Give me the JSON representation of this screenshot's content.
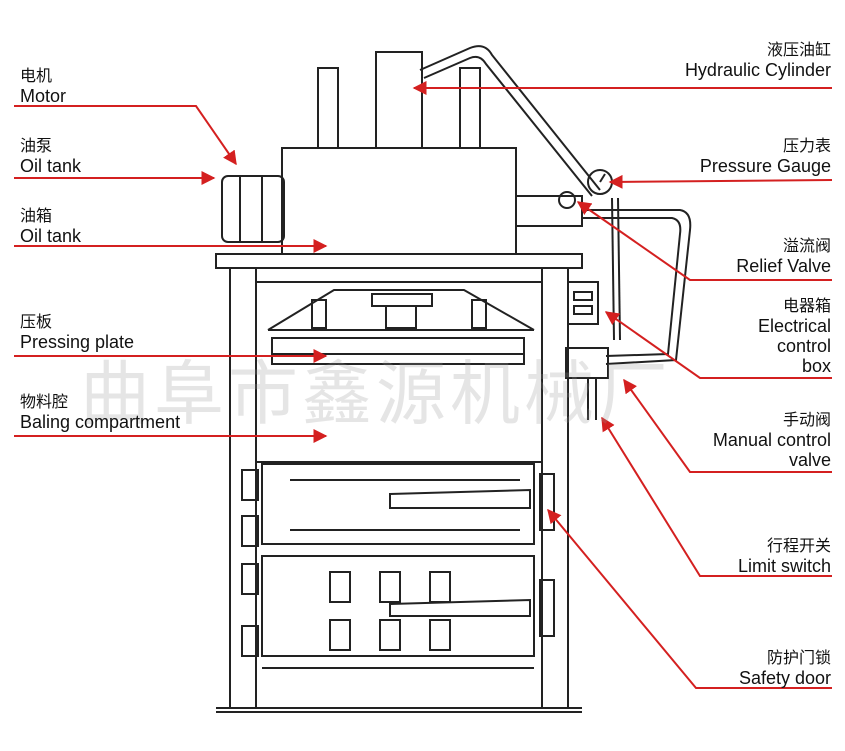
{
  "labels": {
    "motor": {
      "cn": "电机",
      "en": "Motor"
    },
    "oil_pump": {
      "cn": "油泵",
      "en": "Oil tank"
    },
    "oil_tank": {
      "cn": "油箱",
      "en": "Oil tank"
    },
    "pressing_plate": {
      "cn": "压板",
      "en": "Pressing plate"
    },
    "baling_compartment": {
      "cn": "物料腔",
      "en": "Baling compartment"
    },
    "hydraulic_cylinder": {
      "cn": "液压油缸",
      "en": "Hydraulic Cylinder"
    },
    "pressure_gauge": {
      "cn": "压力表",
      "en": "Pressure Gauge"
    },
    "relief_valve": {
      "cn": "溢流阀",
      "en": "Relief Valve"
    },
    "electrical_control_box": {
      "cn": "电器箱",
      "en_lines": [
        "Electrical",
        "control",
        "box"
      ]
    },
    "manual_control_valve": {
      "cn": "手动阀",
      "en_lines": [
        "Manual control",
        "valve"
      ]
    },
    "limit_switch": {
      "cn": "行程开关",
      "en": "Limit switch"
    },
    "safety_door": {
      "cn": "防护门锁",
      "en": "Safety door"
    }
  },
  "watermark": "曲阜市鑫源机械厂",
  "colors": {
    "arrow": "#d42020",
    "line": "#222222",
    "watermark": "#999999"
  }
}
